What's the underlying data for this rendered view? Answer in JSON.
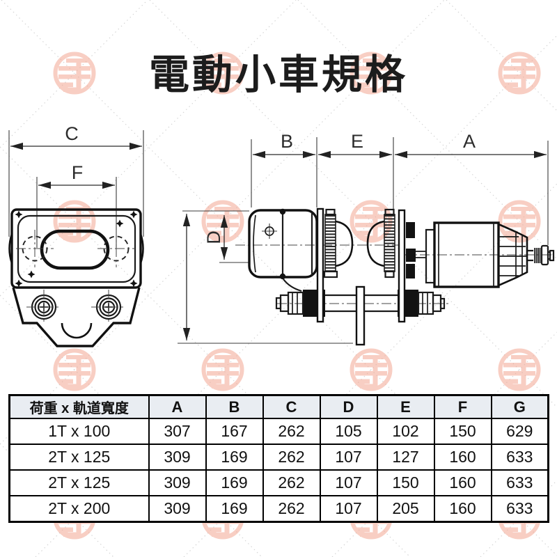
{
  "title": "電動小車規格",
  "drawing": {
    "front_view": {
      "dim_width": "C",
      "dim_hole_spacing": "F"
    },
    "side_view": {
      "dim_body": "B",
      "dim_gap": "E",
      "dim_motor": "A",
      "dim_height": "D"
    }
  },
  "spec_table": {
    "header": [
      "荷重 x 軌道寬度",
      "A",
      "B",
      "C",
      "D",
      "E",
      "F",
      "G"
    ],
    "rows": [
      {
        "label": "1T x 100",
        "values": [
          "307",
          "167",
          "262",
          "105",
          "102",
          "150",
          "629"
        ]
      },
      {
        "label": "2T x 125",
        "values": [
          "309",
          "169",
          "262",
          "107",
          "127",
          "160",
          "633"
        ]
      },
      {
        "label": "2T x 125",
        "values": [
          "309",
          "169",
          "262",
          "107",
          "150",
          "160",
          "633"
        ]
      },
      {
        "label": "2T x 200",
        "values": [
          "309",
          "169",
          "262",
          "107",
          "205",
          "160",
          "633"
        ]
      }
    ]
  },
  "watermark": {
    "seal_color": "#F2A692",
    "grid_line_color": "#D6D6D6"
  },
  "colors": {
    "table_header_bg": "#E9EDF2",
    "line_art": "#1A1A1A",
    "background": "#FFFFFF"
  }
}
